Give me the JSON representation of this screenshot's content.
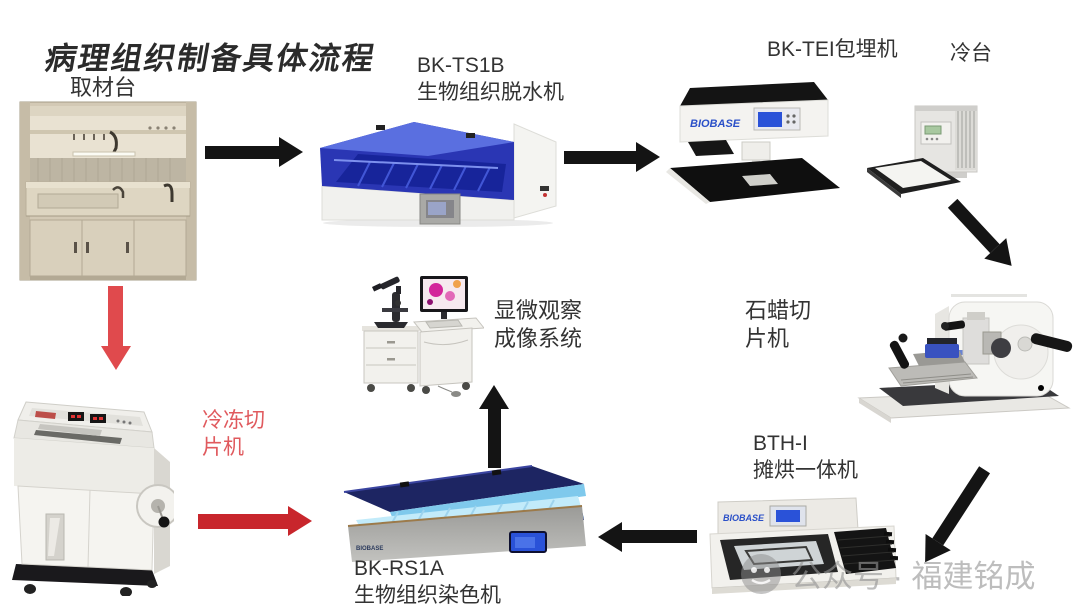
{
  "title": "病理组织制备具体流程",
  "nodes": {
    "sampling_station": {
      "label": "取材台"
    },
    "dehydrator": {
      "model": "BK-TS1B",
      "label": "生物组织脱水机"
    },
    "embedding_machine": {
      "label": "BK-TEI包埋机"
    },
    "cold_plate": {
      "label": "冷台"
    },
    "paraffin_microtome": {
      "label_line1": "石蜡切",
      "label_line2": "片机"
    },
    "cryostat": {
      "label_line1": "冷冻切",
      "label_line2": "片机"
    },
    "microscope_imaging": {
      "label_line1": "显微观察",
      "label_line2": "成像系统"
    },
    "stainer": {
      "model": "BK-RS1A",
      "label": "生物组织染色机"
    },
    "spreader_dryer": {
      "model": "BTH-I",
      "label": "摊烘一体机"
    }
  },
  "brand": "BIOBASE",
  "watermark": {
    "text": "公众号 · 福建铭成"
  },
  "colors": {
    "title_text": "#2b2b2b",
    "label_text": "#333333",
    "red_label_text": "#e05a5e",
    "black_arrow": "#141414",
    "red_arrow_down": "#e04a4d",
    "red_arrow_right": "#c8262c",
    "dehydrator_cover_blue": "#2a36b4",
    "stainer_glow_cyan": "#c2ebfa",
    "screen_blue": "#2a52d8",
    "brand_blue": "#2b50c8"
  }
}
